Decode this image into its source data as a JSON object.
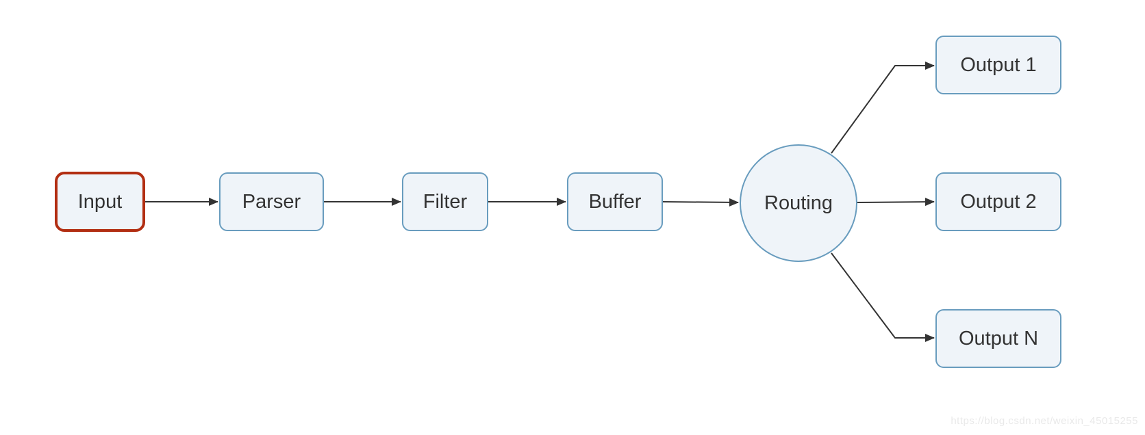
{
  "diagram": {
    "type": "flowchart",
    "nodes": [
      {
        "id": "input",
        "label": "Input",
        "shape": "rounded-rect",
        "accent": "highlight-red"
      },
      {
        "id": "parser",
        "label": "Parser",
        "shape": "rounded-rect",
        "accent": "default-blue"
      },
      {
        "id": "filter",
        "label": "Filter",
        "shape": "rounded-rect",
        "accent": "default-blue"
      },
      {
        "id": "buffer",
        "label": "Buffer",
        "shape": "rounded-rect",
        "accent": "default-blue"
      },
      {
        "id": "routing",
        "label": "Routing",
        "shape": "circle",
        "accent": "default-blue"
      },
      {
        "id": "output1",
        "label": "Output 1",
        "shape": "rounded-rect",
        "accent": "default-blue"
      },
      {
        "id": "output2",
        "label": "Output 2",
        "shape": "rounded-rect",
        "accent": "default-blue"
      },
      {
        "id": "outputN",
        "label": "Output N",
        "shape": "rounded-rect",
        "accent": "default-blue"
      }
    ],
    "edges": [
      {
        "from": "input",
        "to": "parser"
      },
      {
        "from": "parser",
        "to": "filter"
      },
      {
        "from": "filter",
        "to": "buffer"
      },
      {
        "from": "buffer",
        "to": "routing"
      },
      {
        "from": "routing",
        "to": "output1"
      },
      {
        "from": "routing",
        "to": "output2"
      },
      {
        "from": "routing",
        "to": "outputN"
      }
    ],
    "colors": {
      "node_fill": "#eff4f9",
      "node_stroke": "#689cbe",
      "input_stroke": "#b22e12",
      "edge_stroke": "#333333",
      "text": "#333333"
    }
  },
  "watermark": {
    "text": "https://blog.csdn.net/weixin_45015255"
  }
}
